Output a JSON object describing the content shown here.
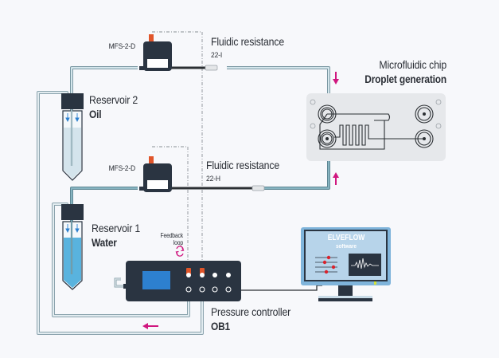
{
  "colors": {
    "background": "#f7f8fb",
    "device_dark": "#2a3441",
    "pipe_oil": "#c9dfe6",
    "pipe_water": "#8fb5c2",
    "pipe_outline": "#6e8f9b",
    "resistance_tube": "#2b2f33",
    "accent_magenta": "#d0177f",
    "sensor_orange": "#e0552a",
    "screen_blue": "#2d80cf",
    "water_fill": "#59b3de",
    "oil_fill": "#d4e4ec",
    "monitor_frame": "#7fb4db",
    "chip_bg": "#e6e8eb"
  },
  "sensors": [
    {
      "id": "top",
      "label": "MFS-2-D"
    },
    {
      "id": "bottom",
      "label": "MFS-2-D"
    }
  ],
  "resistances": [
    {
      "id": "top",
      "title": "Fluidic resistance",
      "model": "22-I"
    },
    {
      "id": "bottom",
      "title": "Fluidic resistance",
      "model": "22-H"
    }
  ],
  "reservoirs": [
    {
      "id": "oil",
      "name": "Reservoir 2",
      "fluid": "Oil"
    },
    {
      "id": "water",
      "name": "Reservoir 1",
      "fluid": "Water"
    }
  ],
  "chip": {
    "title": "Microfluidic chip",
    "subtitle": "Droplet generation"
  },
  "feedback": {
    "label_line1": "Feedback",
    "label_line2": "loop"
  },
  "controller": {
    "title": "Pressure controller",
    "model": "OB1"
  },
  "software": {
    "brand": "ELVEFLOW",
    "label": "software"
  },
  "icons": {
    "flow_direction": "arrow-icon",
    "feedback": "refresh-cycle-icon",
    "chart": "waveform-icon",
    "sliders": "sliders-icon"
  }
}
